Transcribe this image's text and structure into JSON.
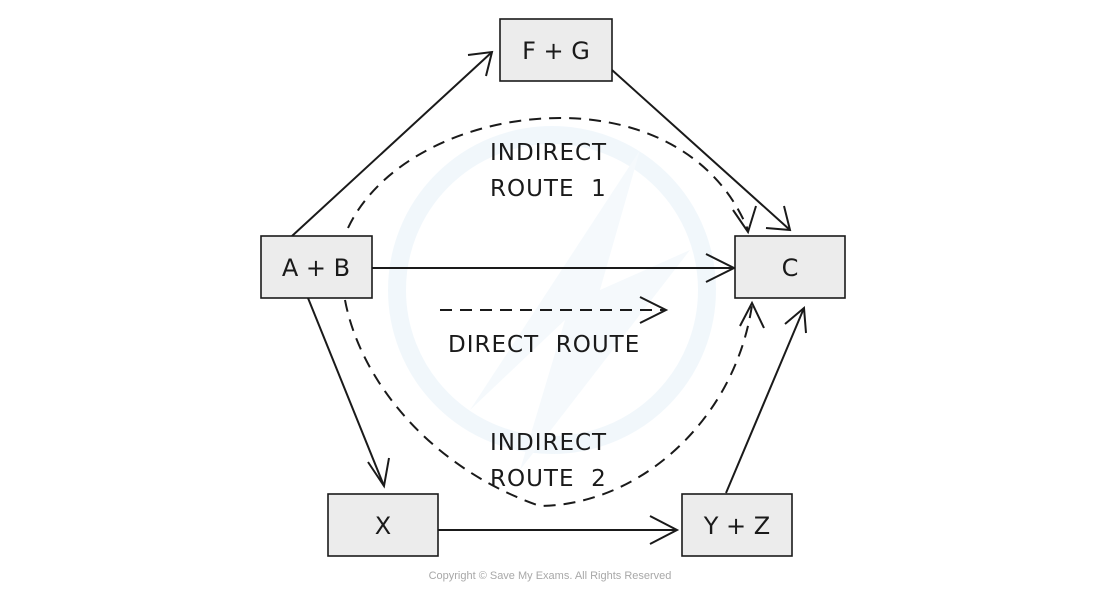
{
  "boxes": {
    "fg": "F + G",
    "ab": "A + B",
    "c": "C",
    "x": "X",
    "yz": "Y + Z"
  },
  "routes": {
    "indirect1_line1": "INDIRECT",
    "indirect1_line2": "ROUTE  1",
    "direct": "DIRECT  ROUTE",
    "indirect2_line1": "INDIRECT",
    "indirect2_line2": "ROUTE  2"
  },
  "footer": {
    "copyright": "Copyright © Save My Exams. All Rights Reserved"
  },
  "colors": {
    "box_fill": "#ececec",
    "stroke": "#1a1a1a",
    "watermark": "#d8e9f5"
  }
}
